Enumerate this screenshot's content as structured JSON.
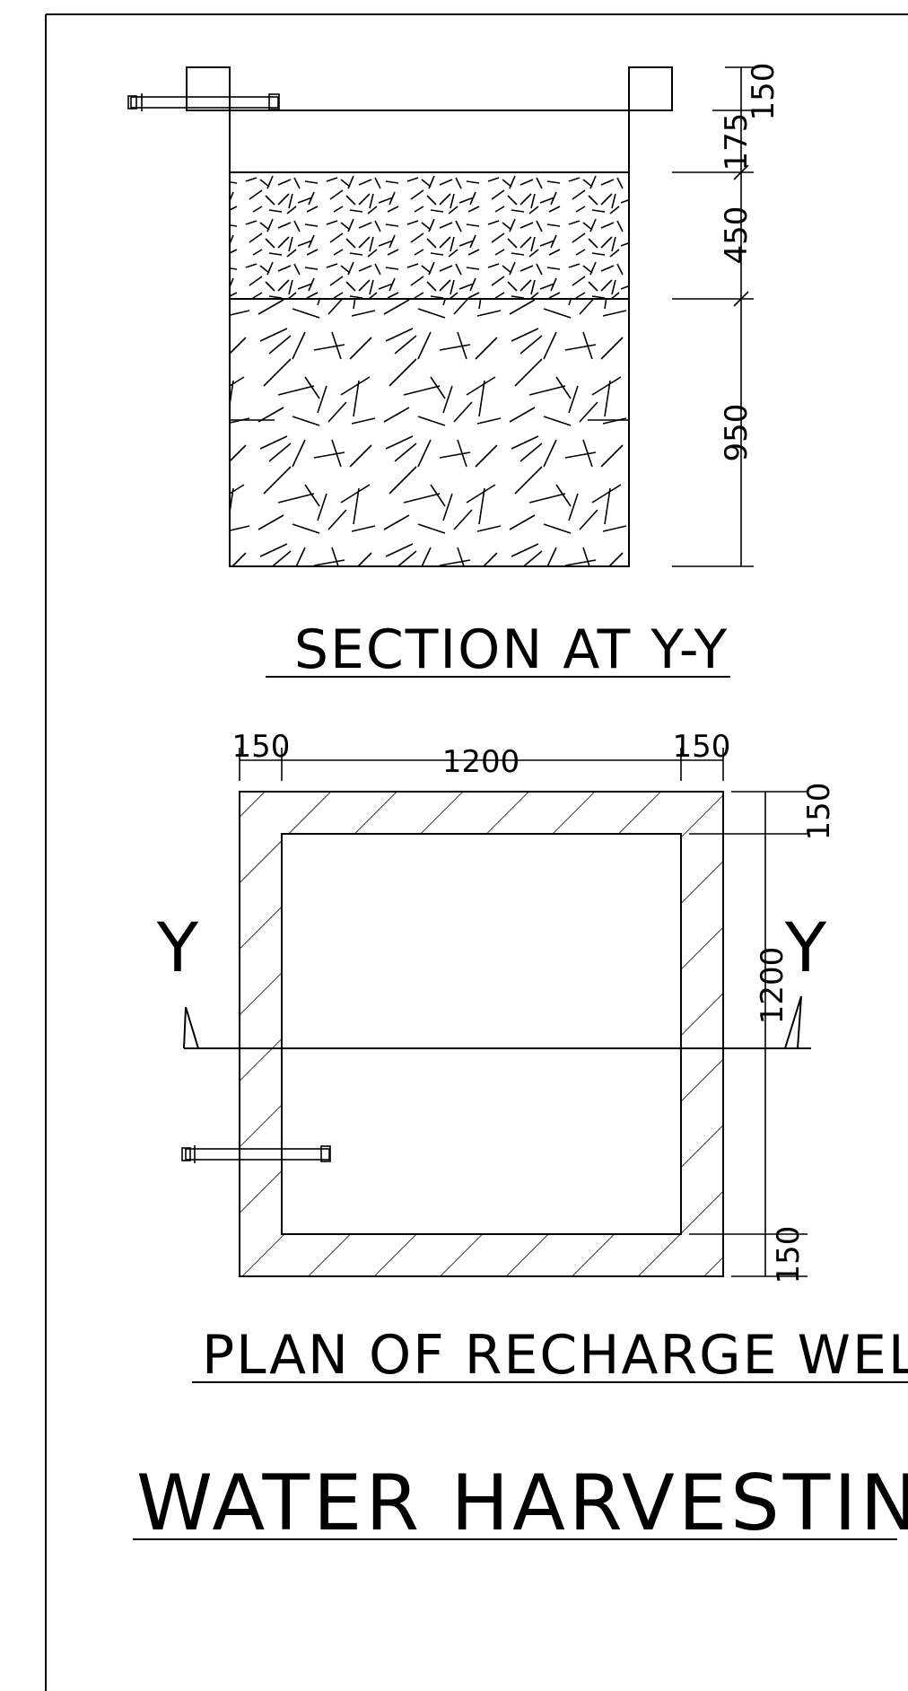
{
  "section": {
    "caption": "SECTION AT Y-Y",
    "dims": {
      "top": "150",
      "d1": "175",
      "d2": "450",
      "d3": "950"
    }
  },
  "plan": {
    "caption": "PLAN OF RECHARGE WEL",
    "dims": {
      "wall_left": "150",
      "inner_width": "1200",
      "wall_right": "150",
      "wall_top": "150",
      "inner_height": "1200",
      "wall_bottom": "150"
    },
    "section_marker_left": "Y",
    "section_marker_right": "Y"
  },
  "title": "WATER HARVESTING"
}
